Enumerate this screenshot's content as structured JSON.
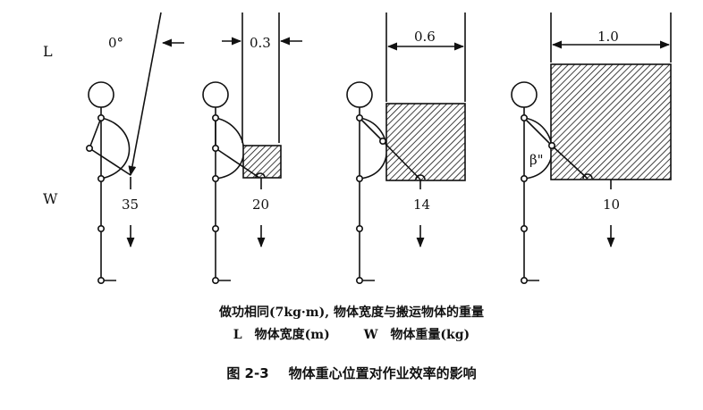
{
  "row_labels": {
    "width_row": "L",
    "weight_row": "W"
  },
  "panels": [
    {
      "width": "0°",
      "weight": "35",
      "angle_label": ""
    },
    {
      "width": "0.3",
      "weight": "20",
      "angle_label": ""
    },
    {
      "width": "0.6",
      "weight": "14",
      "angle_label": ""
    },
    {
      "width": "1.0",
      "weight": "10",
      "angle_label": "β\""
    }
  ],
  "caption": {
    "line1": "做功相同(7kg·m), 物体宽度与搬运物体的重量",
    "legend_L_key": "L",
    "legend_L_text": "物体宽度(m)",
    "legend_W_key": "W",
    "legend_W_text": "物体重量(kg)"
  },
  "figure": {
    "number": "图 2-3",
    "title": "物体重心位置对作业效率的影响"
  }
}
